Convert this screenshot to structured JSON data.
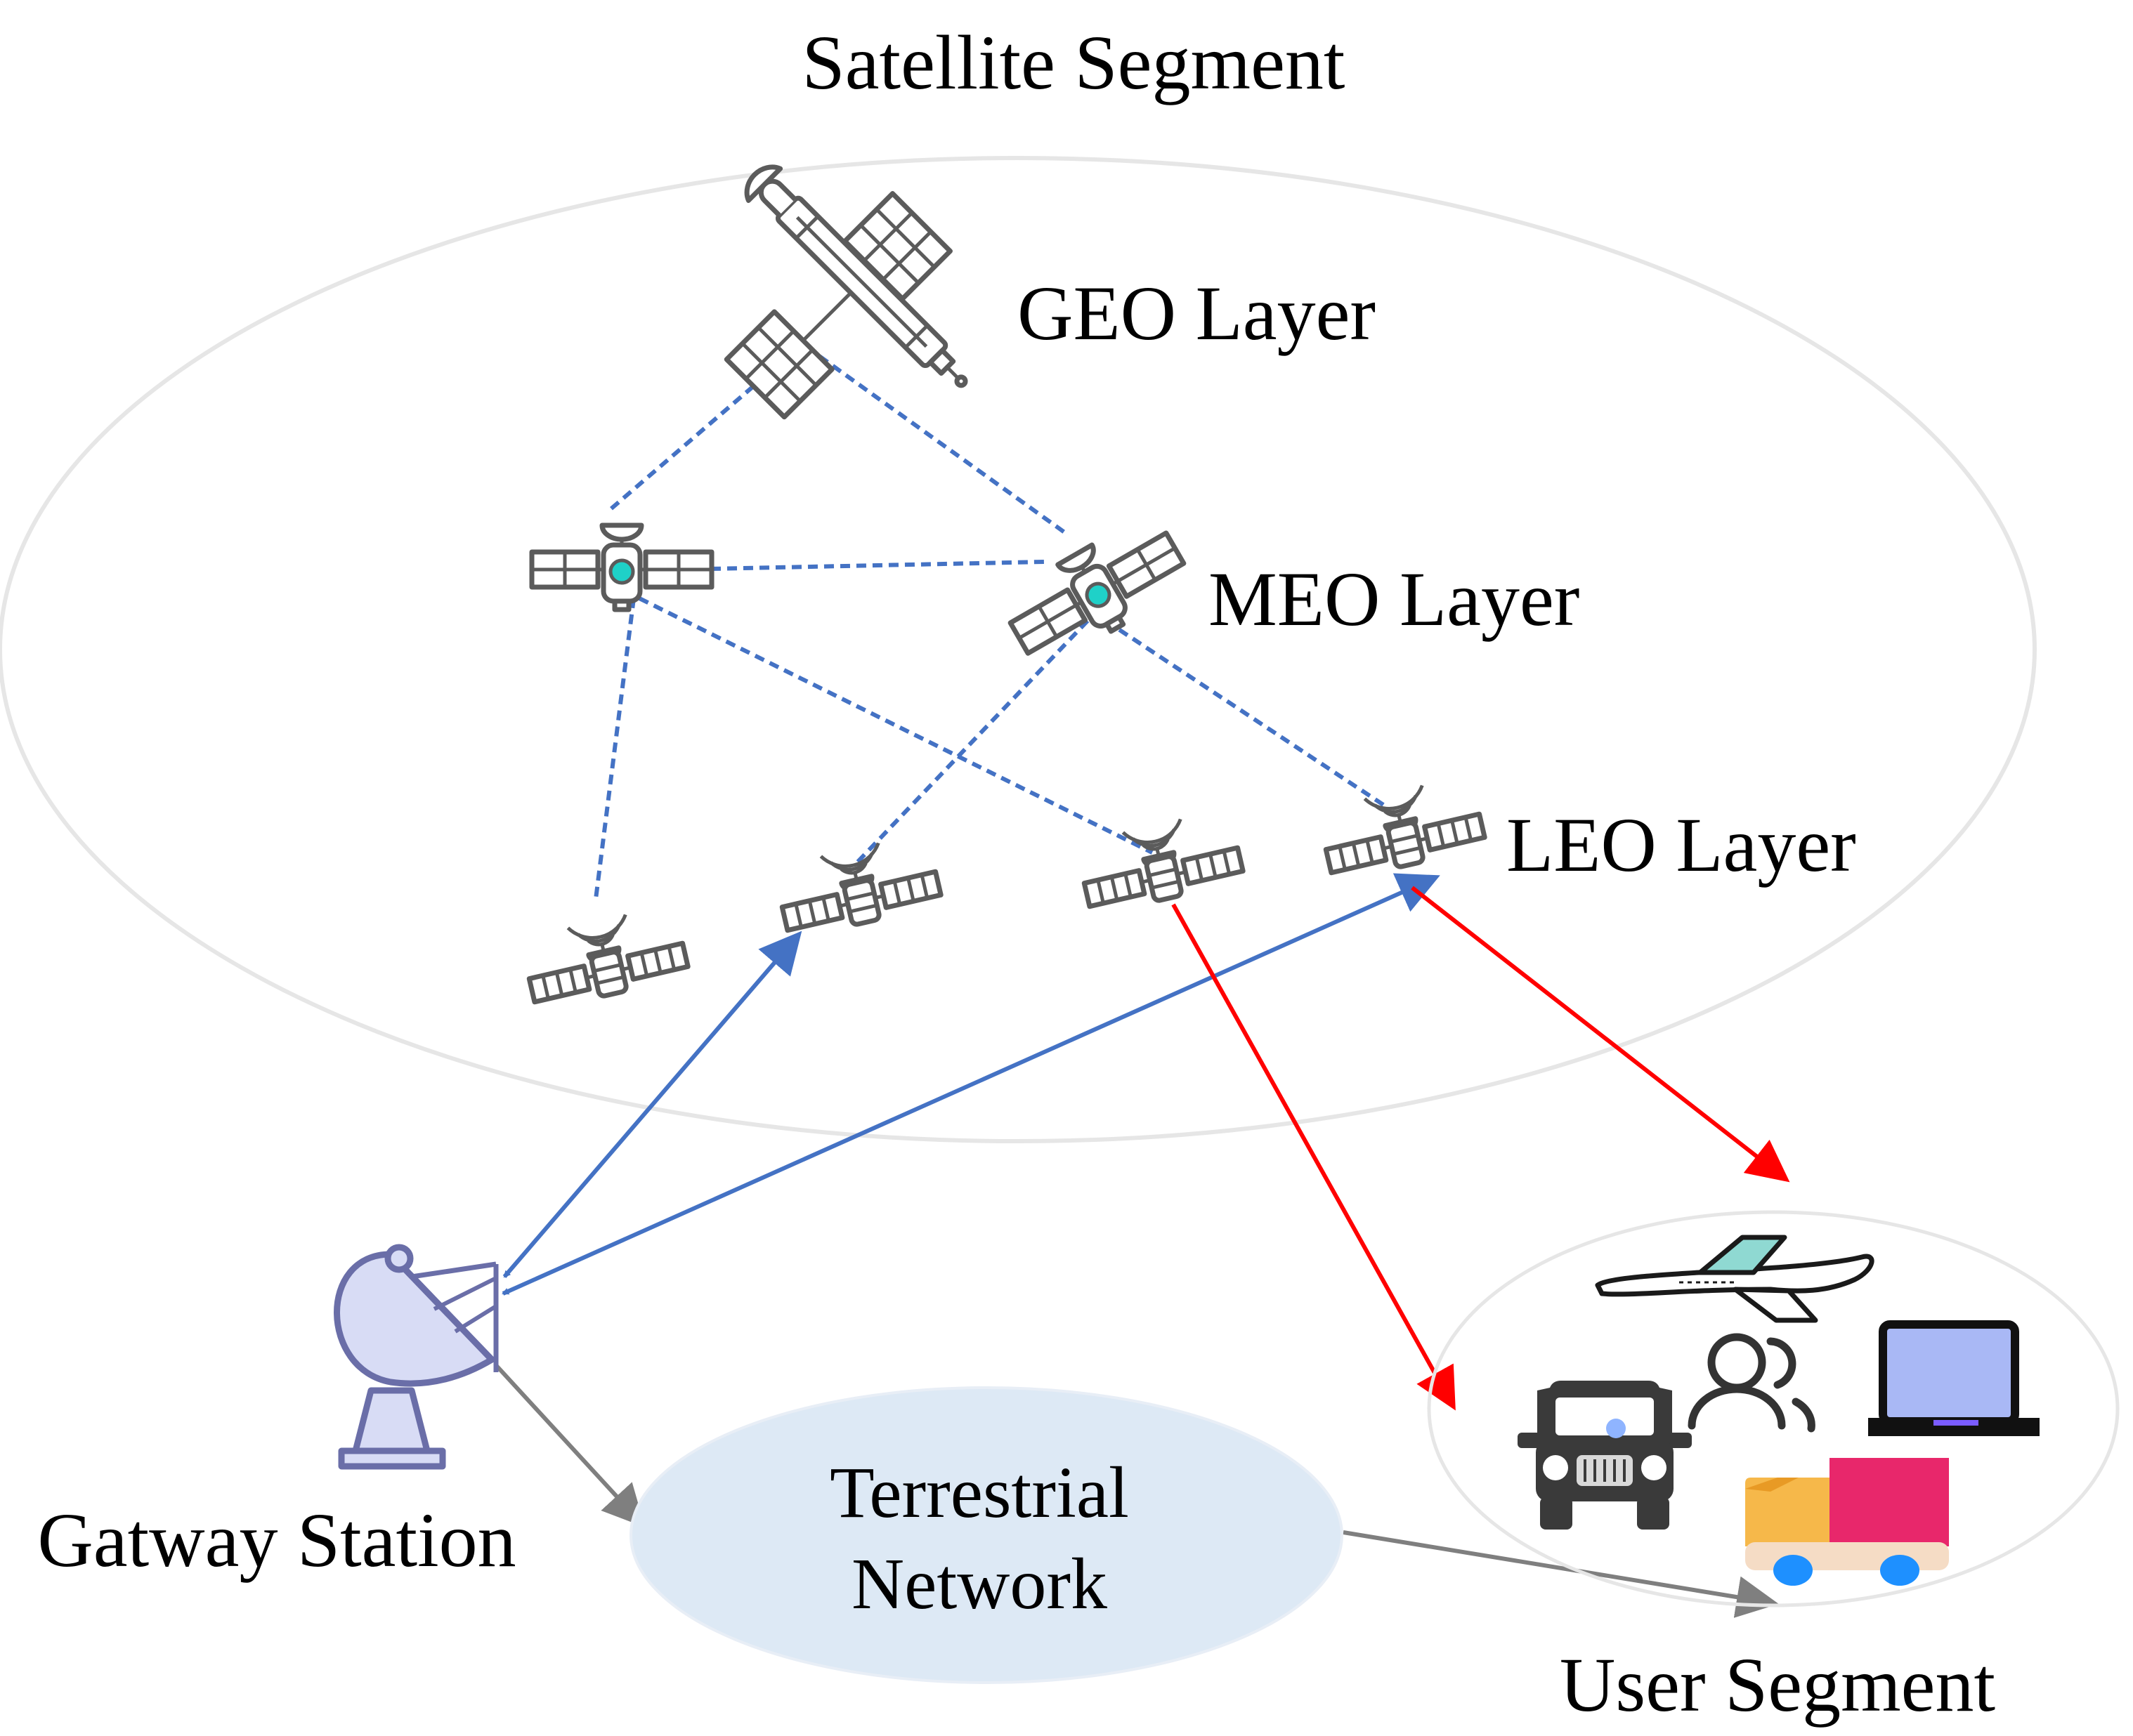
{
  "title": "Satellite Segment",
  "layers": {
    "geo": "GEO Layer",
    "meo": "MEO Layer",
    "leo": "LEO Layer"
  },
  "ground": {
    "gateway": "Gatway Station",
    "terrestrial_line1": "Terrestrial",
    "terrestrial_line2": "Network",
    "user_segment": "User Segment"
  },
  "colors": {
    "inter_satellite_link": "#4472c4",
    "feeder_link": "#4472c4",
    "user_link": "#ff0000",
    "ground_link": "#7f7f7f",
    "terrestrial_fill": "#dde9f5",
    "meo_core": "#1fd1c8",
    "laptop_screen": "#a9b8f5",
    "truck_cargo": "#e8276b",
    "truck_cab": "#f6b84a",
    "truck_wheels": "#1e90ff"
  },
  "icons": [
    "geo-satellite-icon",
    "meo-satellite-icon",
    "leo-satellite-icon",
    "satellite-dish-icon",
    "airplane-icon",
    "users-icon",
    "laptop-icon",
    "car-icon",
    "truck-icon"
  ]
}
